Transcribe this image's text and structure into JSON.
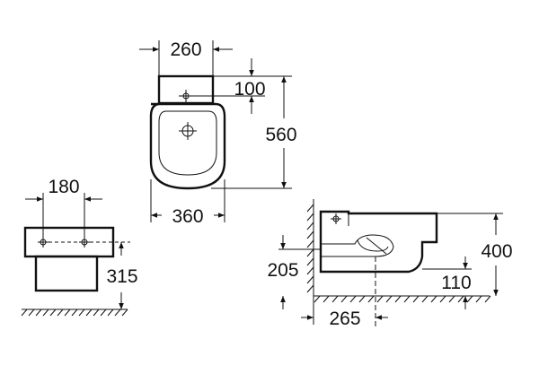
{
  "top_view": {
    "width_top": "260",
    "tank_depth": "100",
    "length": "560",
    "width_bowl": "360"
  },
  "front_view": {
    "width": "180",
    "height": "315"
  },
  "side_view": {
    "height": "400",
    "fixing_height": "205",
    "outlet_height": "110",
    "outlet_distance": "265"
  }
}
